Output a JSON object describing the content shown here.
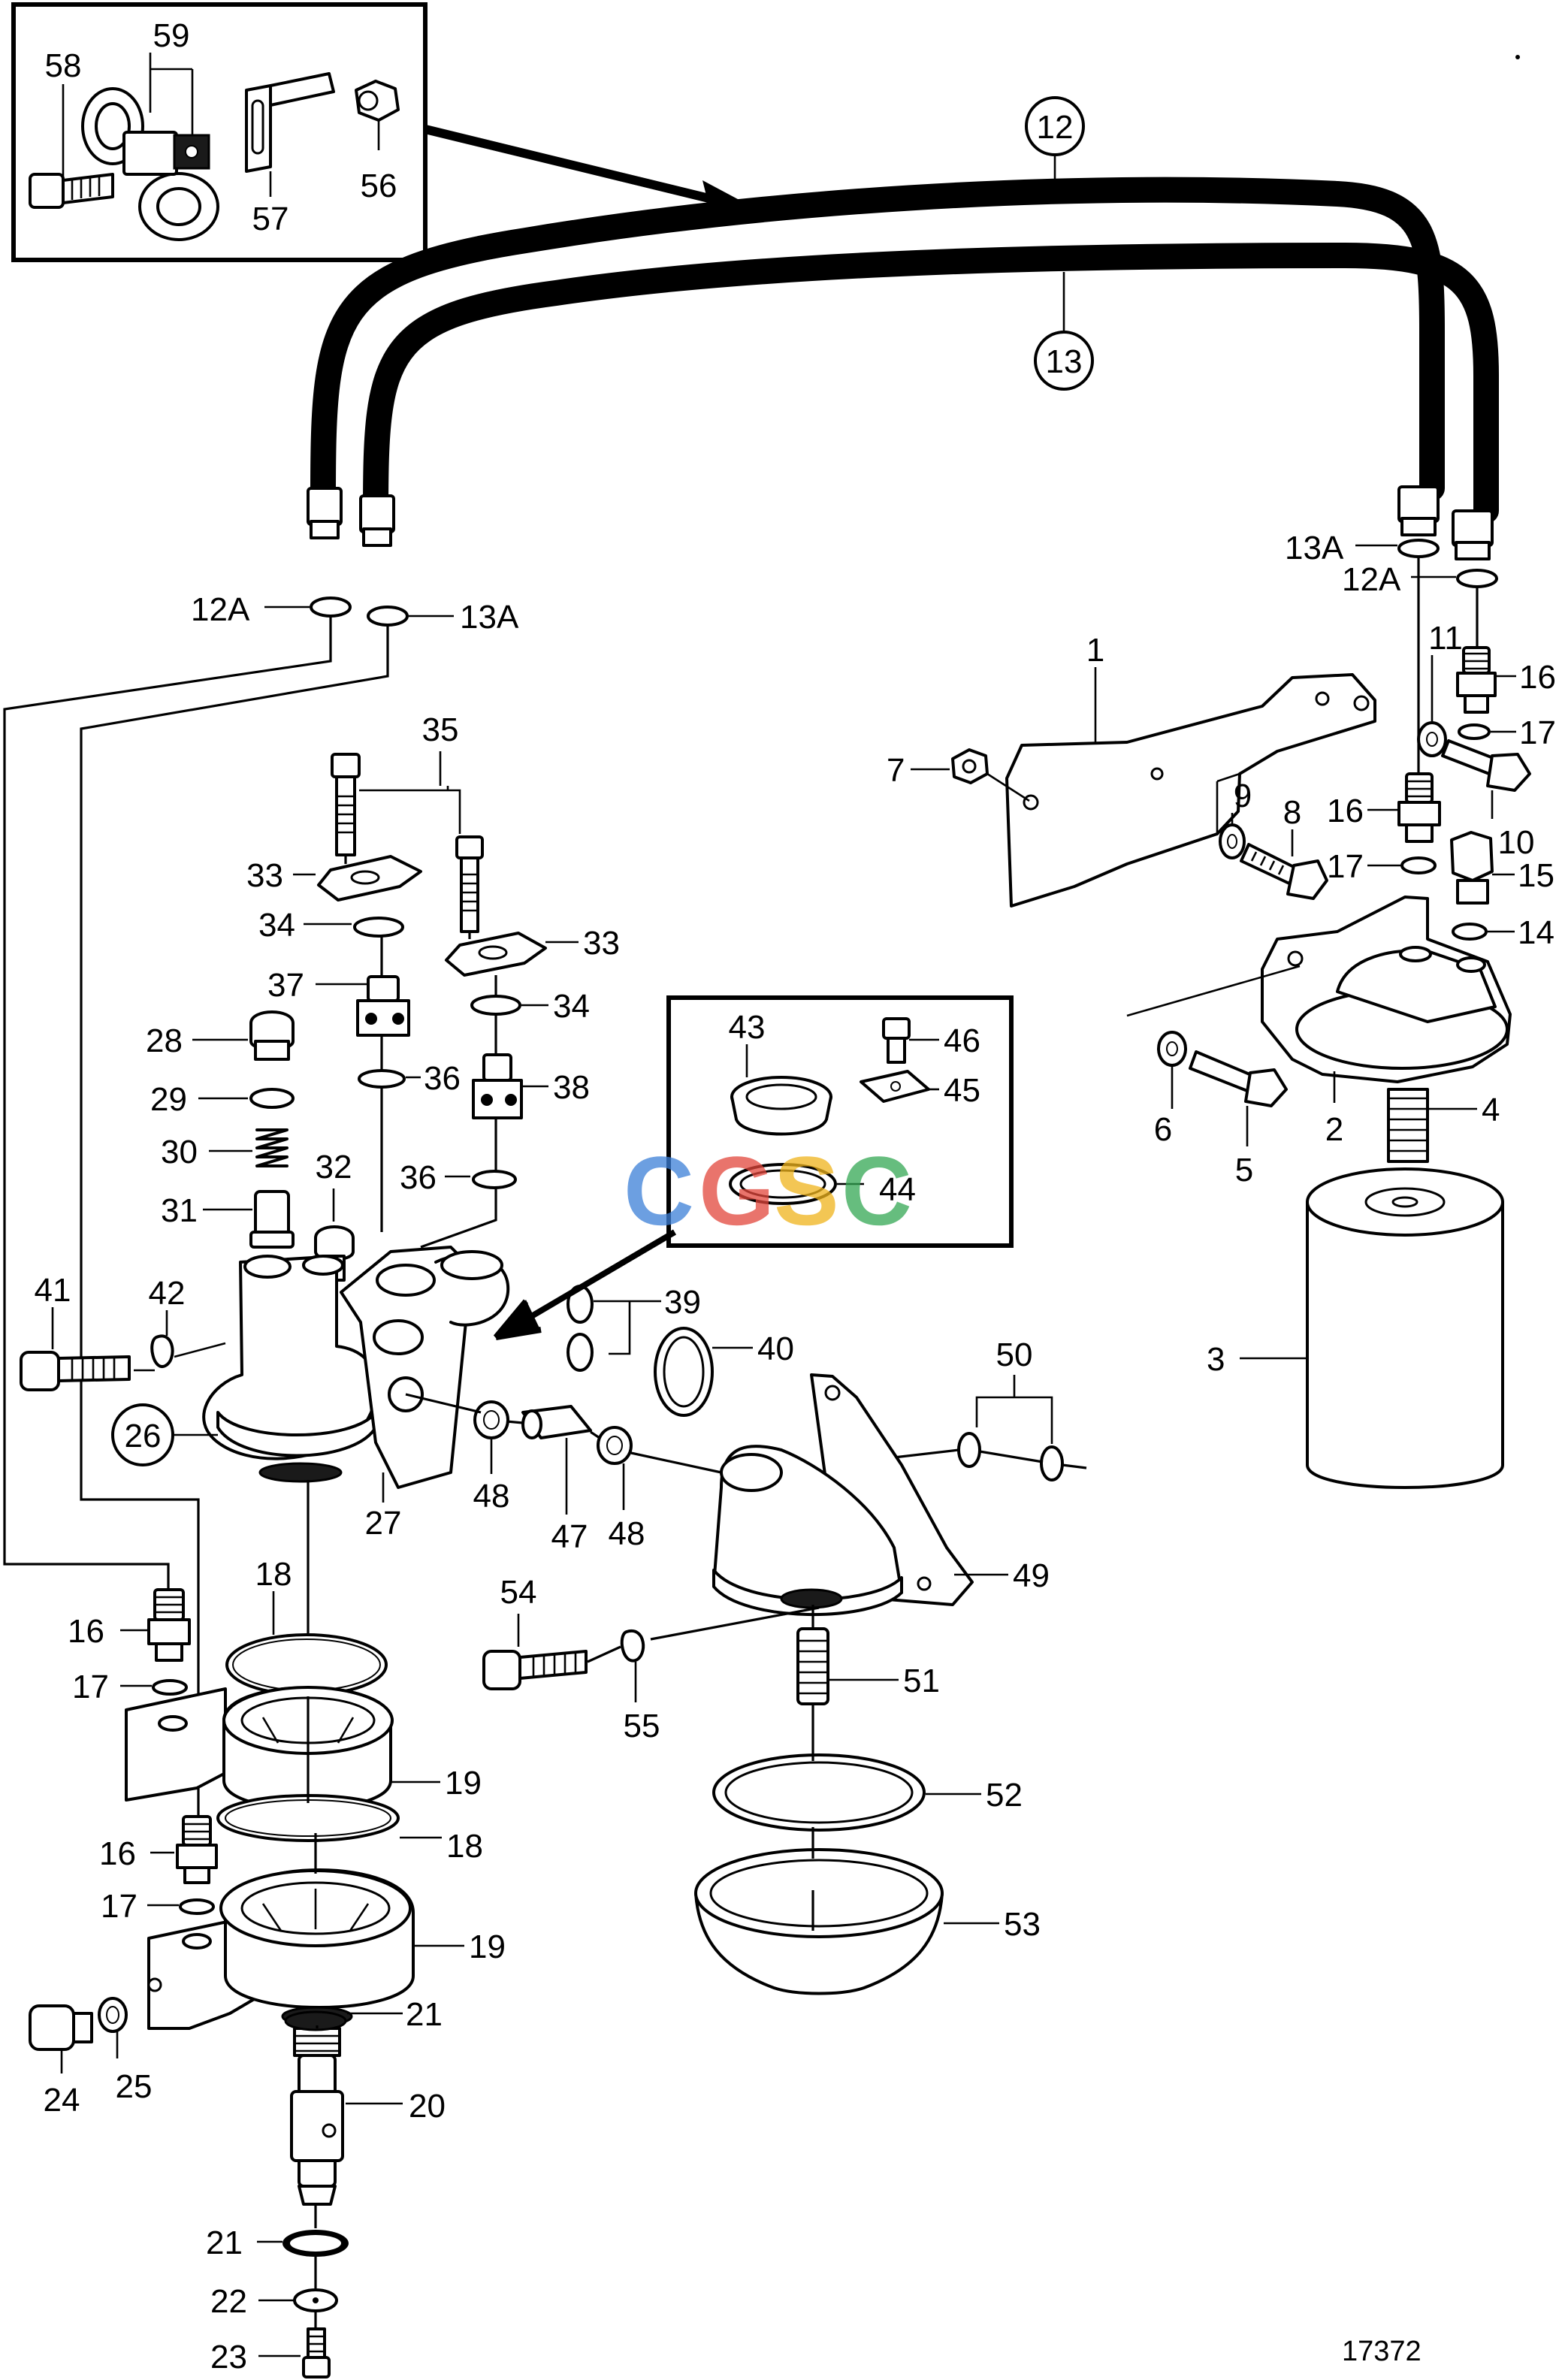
{
  "figure": {
    "reference_number": "17372",
    "watermark": {
      "text": "CGSC",
      "letter_colors": [
        "#3b7fd8",
        "#e2463b",
        "#f0b41c",
        "#34a853"
      ]
    }
  },
  "callouts": {
    "c1": "1",
    "c2": "2",
    "c3": "3",
    "c4": "4",
    "c5": "5",
    "c6": "6",
    "c7": "7",
    "c8": "8",
    "c9": "9",
    "c10": "10",
    "c11": "11",
    "c12": "12",
    "c12a_left": "12A",
    "c12a_right": "12A",
    "c13": "13",
    "c13a_left": "13A",
    "c13a_right": "13A",
    "c14": "14",
    "c15": "15",
    "c16_right_top": "16",
    "c16_right_mid": "16",
    "c16_left_top": "16",
    "c16_left_bot": "16",
    "c17_right_top": "17",
    "c17_right_mid": "17",
    "c17_left_top": "17",
    "c17_left_bot": "17",
    "c18_top": "18",
    "c18_bot": "18",
    "c19_top": "19",
    "c19_bot": "19",
    "c20": "20",
    "c21_top": "21",
    "c21_bot": "21",
    "c22": "22",
    "c23": "23",
    "c24": "24",
    "c25": "25",
    "c26": "26",
    "c27": "27",
    "c28": "28",
    "c29": "29",
    "c30": "30",
    "c31": "31",
    "c32": "32",
    "c33_left": "33",
    "c33_right": "33",
    "c34_left": "34",
    "c34_right": "34",
    "c35": "35",
    "c36_left": "36",
    "c36_right": "36",
    "c37": "37",
    "c38": "38",
    "c39": "39",
    "c40": "40",
    "c41": "41",
    "c42": "42",
    "c43": "43",
    "c44": "44",
    "c45": "45",
    "c46": "46",
    "c47": "47",
    "c48_left": "48",
    "c48_right": "48",
    "c49": "49",
    "c50": "50",
    "c51": "51",
    "c52": "52",
    "c53": "53",
    "c54": "54",
    "c55": "55",
    "c56": "56",
    "c57": "57",
    "c58": "58",
    "c59": "59"
  }
}
